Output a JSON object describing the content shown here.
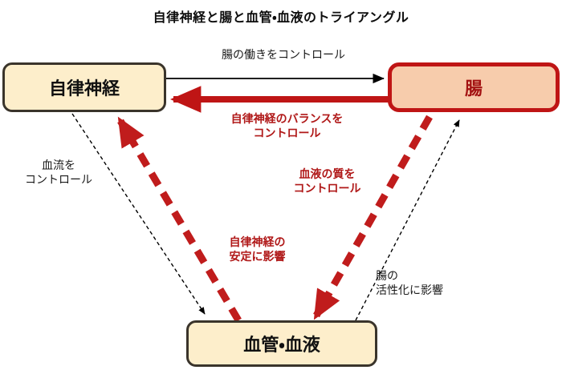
{
  "diagram": {
    "title": "自律神経と腸と血管・血液のトライアングル",
    "nodes": [
      {
        "id": "autonomic-nerve",
        "label": "自律神経",
        "fill": "#FDEECB",
        "border": "#3A342B",
        "text_color": "#111111"
      },
      {
        "id": "gut",
        "label": "腸",
        "fill": "#F7CCAC",
        "border": "#BF1515",
        "text_color": "#A31212"
      },
      {
        "id": "blood-vessel-blood",
        "label": "血管・血液",
        "fill": "#FDEECB",
        "border": "#3A342B",
        "text_color": "#111111"
      }
    ],
    "edges": [
      {
        "id": "ans-to-gut",
        "label": "腸の働きをコントロール",
        "from": "autonomic-nerve",
        "to": "gut",
        "style": "solid-thin",
        "color": "#000000"
      },
      {
        "id": "gut-to-ans",
        "label": "自律神経のバランスを\nコントロール",
        "from": "gut",
        "to": "autonomic-nerve",
        "style": "solid-thick",
        "color": "#BF1515"
      },
      {
        "id": "ans-to-blood",
        "label": "血流を\nコントロール",
        "from": "autonomic-nerve",
        "to": "blood-vessel-blood",
        "style": "dotted-thin",
        "color": "#000000"
      },
      {
        "id": "gut-to-blood",
        "label": "血液の質を\nコントロール",
        "from": "gut",
        "to": "blood-vessel-blood",
        "style": "dashed-thick",
        "color": "#C01C1C"
      },
      {
        "id": "blood-to-ans",
        "label": "自律神経の\n安定に影響",
        "from": "blood-vessel-blood",
        "to": "autonomic-nerve",
        "style": "dashed-thick",
        "color": "#C01C1C"
      },
      {
        "id": "blood-to-gut",
        "label": "腸の\n活性化に影響",
        "from": "blood-vessel-blood",
        "to": "gut",
        "style": "dotted-thin",
        "color": "#000000"
      }
    ],
    "colors": {
      "cream": "#FDEECB",
      "salmon": "#F7CCAC",
      "dark_red": "#BF1515",
      "label_red": "#B01818",
      "dark_outline": "#3A342B",
      "background": "#FFFFFF"
    }
  }
}
